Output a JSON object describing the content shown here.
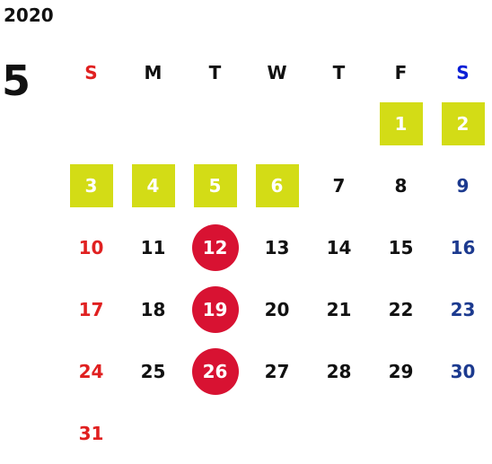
{
  "calendar": {
    "year": "2020",
    "month": "5",
    "weekday_headers": [
      "S",
      "M",
      "T",
      "W",
      "T",
      "F",
      "S"
    ],
    "weeks": [
      [
        {
          "day": "",
          "style": ""
        },
        {
          "day": "",
          "style": ""
        },
        {
          "day": "",
          "style": ""
        },
        {
          "day": "",
          "style": ""
        },
        {
          "day": "",
          "style": ""
        },
        {
          "day": "1",
          "style": "highlight"
        },
        {
          "day": "2",
          "style": "highlight"
        }
      ],
      [
        {
          "day": "3",
          "style": "highlight"
        },
        {
          "day": "4",
          "style": "highlight"
        },
        {
          "day": "5",
          "style": "highlight"
        },
        {
          "day": "6",
          "style": "highlight"
        },
        {
          "day": "7",
          "style": ""
        },
        {
          "day": "8",
          "style": ""
        },
        {
          "day": "9",
          "style": ""
        }
      ],
      [
        {
          "day": "10",
          "style": ""
        },
        {
          "day": "11",
          "style": ""
        },
        {
          "day": "12",
          "style": "circle"
        },
        {
          "day": "13",
          "style": ""
        },
        {
          "day": "14",
          "style": ""
        },
        {
          "day": "15",
          "style": ""
        },
        {
          "day": "16",
          "style": ""
        }
      ],
      [
        {
          "day": "17",
          "style": ""
        },
        {
          "day": "18",
          "style": ""
        },
        {
          "day": "19",
          "style": "circle"
        },
        {
          "day": "20",
          "style": ""
        },
        {
          "day": "21",
          "style": ""
        },
        {
          "day": "22",
          "style": ""
        },
        {
          "day": "23",
          "style": ""
        }
      ],
      [
        {
          "day": "24",
          "style": ""
        },
        {
          "day": "25",
          "style": ""
        },
        {
          "day": "26",
          "style": "circle"
        },
        {
          "day": "27",
          "style": ""
        },
        {
          "day": "28",
          "style": ""
        },
        {
          "day": "29",
          "style": ""
        },
        {
          "day": "30",
          "style": ""
        }
      ],
      [
        {
          "day": "31",
          "style": ""
        },
        {
          "day": "",
          "style": ""
        },
        {
          "day": "",
          "style": ""
        },
        {
          "day": "",
          "style": ""
        },
        {
          "day": "",
          "style": ""
        },
        {
          "day": "",
          "style": ""
        },
        {
          "day": "",
          "style": ""
        }
      ]
    ]
  },
  "colors": {
    "highlight": "#d3dc16",
    "circle": "#d81232",
    "sunday": "#e02020",
    "saturday": "#1c3a8f",
    "saturday_header": "#0a1fd6",
    "text": "#111111"
  }
}
